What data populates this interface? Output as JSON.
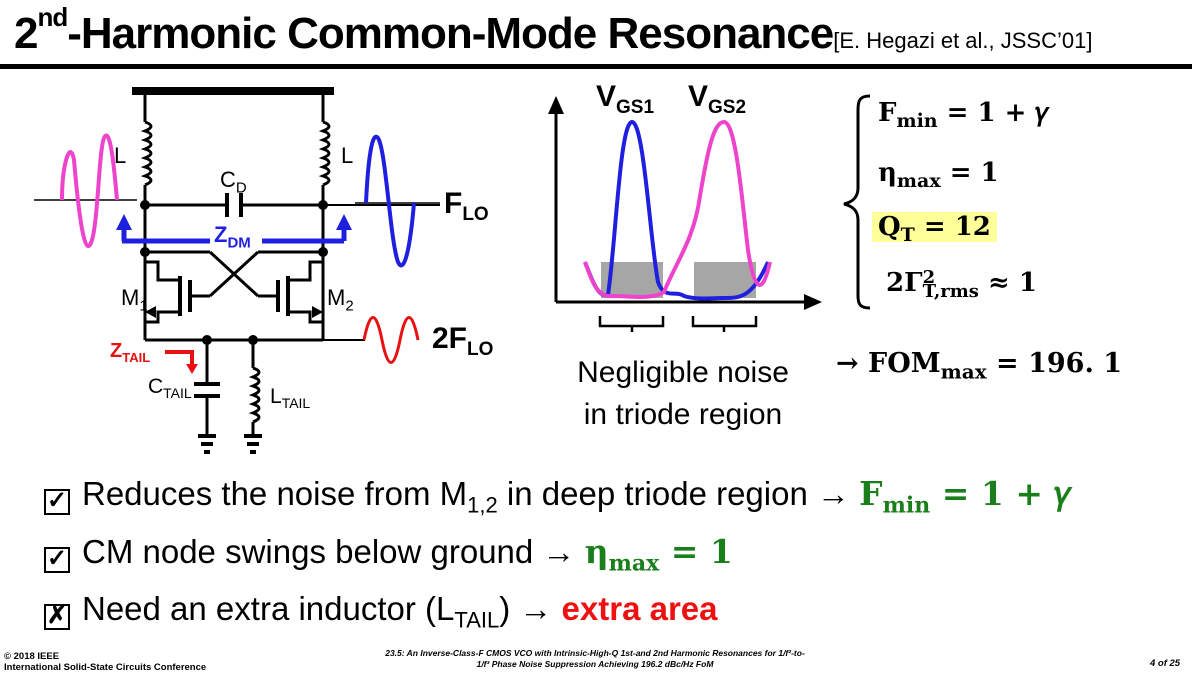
{
  "title": {
    "prefix": "2",
    "sup": "nd",
    "main": "-Harmonic Common-Mode Resonance",
    "citation": "[E. Hegazi et al., JSSC’01]"
  },
  "circuit": {
    "inductor_left": "L",
    "inductor_right": "L",
    "cap_d": "C",
    "cap_d_sub": "D",
    "z_dm": "Z",
    "z_dm_sub": "DM",
    "flo": "F",
    "flo_sub": "LO",
    "m1": "M",
    "m1_sub": "1",
    "m2": "M",
    "m2_sub": "2",
    "ztail": "Z",
    "ztail_sub": "TAIL",
    "ctail": "C",
    "ctail_sub": "TAIL",
    "ltail": "L",
    "ltail_sub": "TAIL",
    "two_flo": "2F",
    "two_flo_sub": "LO",
    "colors": {
      "differential": "#1f1fe0",
      "pink": "#ee44cc",
      "tail": "#e81010"
    }
  },
  "waveform": {
    "vgs1": "V",
    "vgs1_sub": "GS1",
    "vgs2": "V",
    "vgs2_sub": "GS2",
    "noise_line1": "Negligible noise",
    "noise_line2": "in triode region"
  },
  "equations": {
    "fmin": {
      "lhs": "F",
      "sub": "min",
      "rhs": "= 1 + 𝛾"
    },
    "eta": {
      "lhs": "η",
      "sub": "max",
      "rhs": "= 1"
    },
    "qt": {
      "lhs": "Q",
      "sub": "T",
      "rhs": "= 12"
    },
    "gamma": {
      "lhs": "2Γ",
      "sup": "2",
      "sub": "T,rms",
      "rhs": "≈ 1"
    },
    "highlight_color": "#ffff99"
  },
  "fom": {
    "arrow": "→ ",
    "lhs": "FOM",
    "sub": "max",
    "rhs": " = 196. 1"
  },
  "bullets": [
    {
      "mark": "✓",
      "text": "Reduces the noise from M",
      "sub": "1,2",
      "text2": " in deep triode region → ",
      "eq": "F",
      "eq_sub": "min",
      "eq_rhs": " = 1 + 𝛾"
    },
    {
      "mark": "✓",
      "text": "CM node swings below ground → ",
      "eq": "η",
      "eq_sub": "max",
      "eq_rhs": " = 1"
    },
    {
      "mark": "✗",
      "text": "Need an extra inductor (L",
      "sub": "TAIL",
      "text2": ") → ",
      "emph": "extra area"
    }
  ],
  "footer": {
    "left1": "© 2018 IEEE",
    "left2": "International Solid-State Circuits Conference",
    "center1": "23.5: An Inverse-Class-F CMOS VCO with Intrinsic-High-Q 1st-and 2nd Harmonic Resonances for 1/f²-to-",
    "center2": "1/f³ Phase Noise Suppression Achieving 196.2 dBc/Hz FoM",
    "page": "4 of 25"
  }
}
